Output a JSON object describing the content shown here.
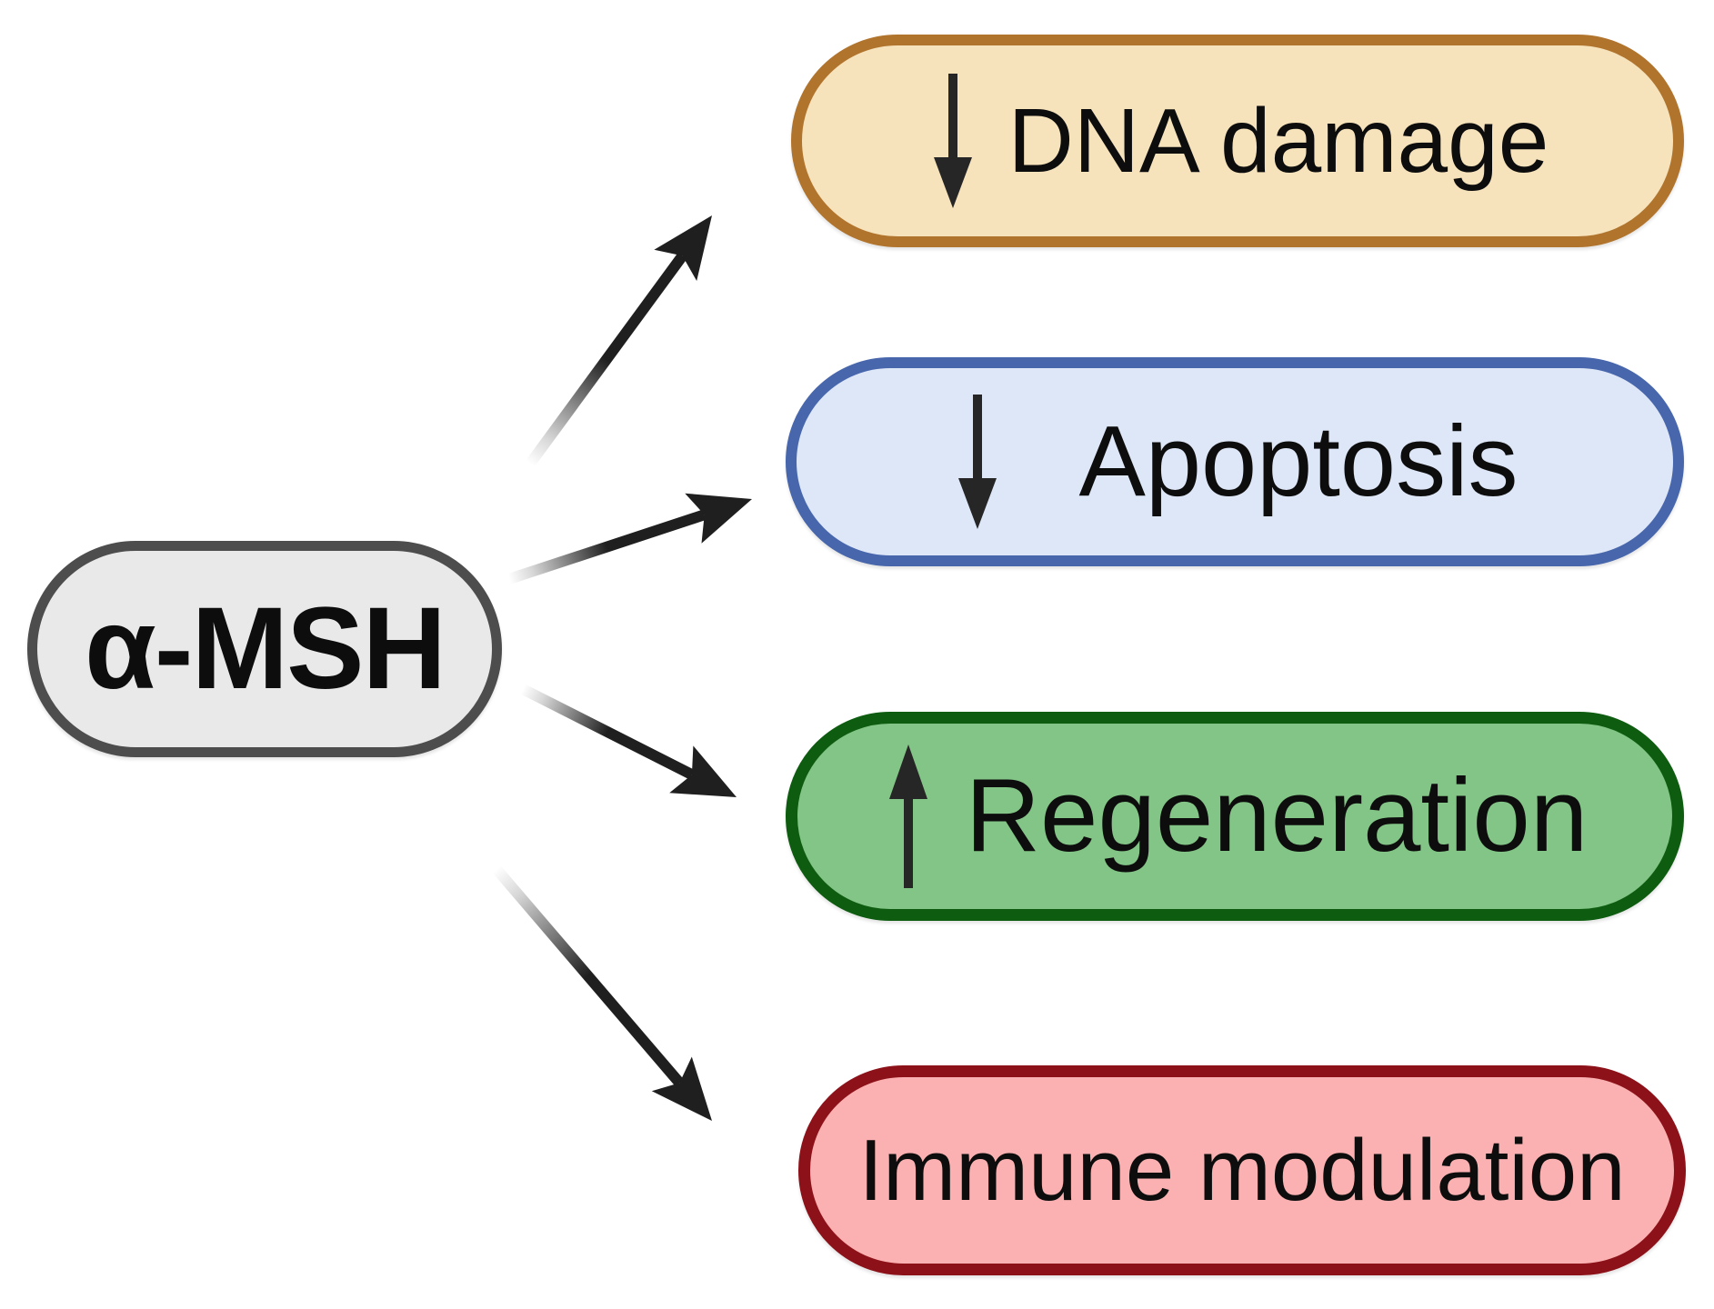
{
  "diagram": {
    "background": "#ffffff",
    "arrow_color": "#1f1f1f",
    "glyph_color": "#262626",
    "source": {
      "label": "α-MSH",
      "fill": "#e9e9e9",
      "border": "#4d4d4d"
    },
    "targets": [
      {
        "label": "DNA damage",
        "trend": "decrease",
        "trend_symbol": "↓",
        "fill": "#f6e3bc",
        "border": "#b1742d"
      },
      {
        "label": "Apoptosis",
        "trend": "decrease",
        "trend_symbol": "↓",
        "fill": "#dee7f8",
        "border": "#4766ac"
      },
      {
        "label": "Regeneration",
        "trend": "increase",
        "trend_symbol": "↑",
        "fill": "#83c586",
        "border": "#0d5c10"
      },
      {
        "label": "Immune modulation",
        "trend": "none",
        "trend_symbol": "",
        "fill": "#fbb1b1",
        "border": "#8c1119"
      }
    ]
  }
}
